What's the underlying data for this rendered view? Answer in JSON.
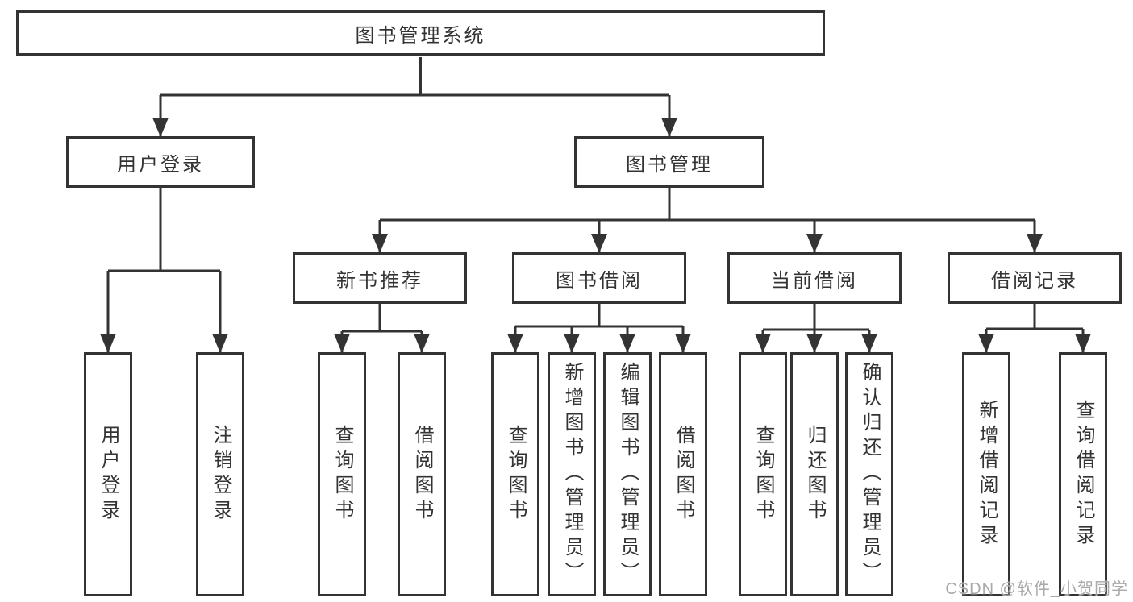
{
  "tree": {
    "label": "图书管理系统",
    "children": [
      {
        "label": "用户登录",
        "children": [
          {
            "label": "用户登录"
          },
          {
            "label": "注销登录"
          }
        ]
      },
      {
        "label": "图书管理",
        "children": [
          {
            "label": "新书推荐",
            "children": [
              {
                "label": "查询图书"
              },
              {
                "label": "借阅图书"
              }
            ]
          },
          {
            "label": "图书借阅",
            "children": [
              {
                "label": "查询图书"
              },
              {
                "label": "新增图书（管理员）"
              },
              {
                "label": "编辑图书（管理员）"
              },
              {
                "label": "借阅图书"
              }
            ]
          },
          {
            "label": "当前借阅",
            "children": [
              {
                "label": "查询图书"
              },
              {
                "label": "归还图书"
              },
              {
                "label": "确认归还（管理员）"
              }
            ]
          },
          {
            "label": "借阅记录",
            "children": [
              {
                "label": "新增借阅记录"
              },
              {
                "label": "查询借阅记录"
              }
            ]
          }
        ]
      }
    ]
  },
  "watermark": {
    "text": "CSDN @软件_小贺同学"
  },
  "colors": {
    "line": "#333333",
    "text": "#333333",
    "watermark": "#a9a9a9",
    "background": "#ffffff"
  }
}
